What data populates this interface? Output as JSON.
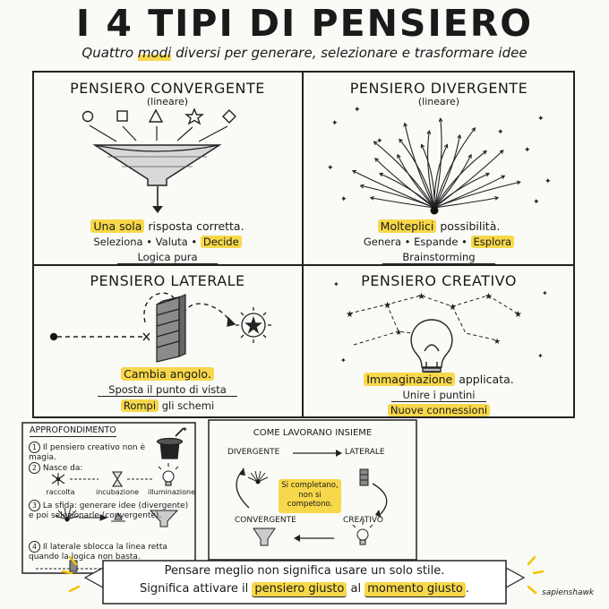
{
  "header": {
    "title": "I 4 TIPI DI PENSIERO",
    "subtitle_a": "Quattro ",
    "subtitle_hl": "modi",
    "subtitle_b": " diversi per generare, selezionare e trasformare idee"
  },
  "panels": {
    "convergent": {
      "title": "PENSIERO CONVERGENTE",
      "paren": "(lineare)",
      "hl1": "Una sola",
      "text1": " risposta corretta.",
      "verbs": [
        "Seleziona",
        "Valuta",
        "Decide"
      ],
      "bottom": "Logica pura"
    },
    "divergent": {
      "title": "PENSIERO DIVERGENTE",
      "paren": "(lineare)",
      "hl1": "Molteplici",
      "text1": " possibilità.",
      "verbs": [
        "Genera",
        "Espande",
        "Esplora"
      ],
      "bottom": "Brainstorming"
    },
    "lateral": {
      "title": "PENSIERO LATERALE",
      "hl1": "Cambia angolo.",
      "text2": "Sposta il punto di vista",
      "hl3": "Rompi",
      "text3": " gli schemi"
    },
    "creative": {
      "title": "PENSIERO CREATIVO",
      "hl1": "Immaginazione",
      "text1": " applicata.",
      "text2": "Unire i puntini",
      "hl3": "Nuove connessioni"
    }
  },
  "deepdive": {
    "heading": "APPROFONDIMENTO",
    "n1": "1",
    "p1": "Il pensiero creativo non è magia.",
    "n2": "2",
    "p2": "Nasce da:",
    "stages": [
      "raccolta",
      "incubazione",
      "illuminazione"
    ],
    "n3": "3",
    "p3": "La sfida: generare idee (divergente) e poi selezionarle (convergente).",
    "n4": "4",
    "p4": "Il laterale sblocca la linea retta quando la logica non basta."
  },
  "together": {
    "heading": "COME LAVORANO INSIEME",
    "divergent": "DIVERGENTE",
    "lateral": "LATERALE",
    "convergent": "CONVERGENTE",
    "creative": "CREATIVO",
    "center": "Si completano, non si competono."
  },
  "banner": {
    "line1": "Pensare meglio non significa usare un solo stile.",
    "line2a": "Significa attivare il ",
    "line2hl1": "pensiero giusto",
    "line2b": " al ",
    "line2hl2": "momento giusto",
    "line2c": "."
  },
  "signature": "sapienshawk"
}
